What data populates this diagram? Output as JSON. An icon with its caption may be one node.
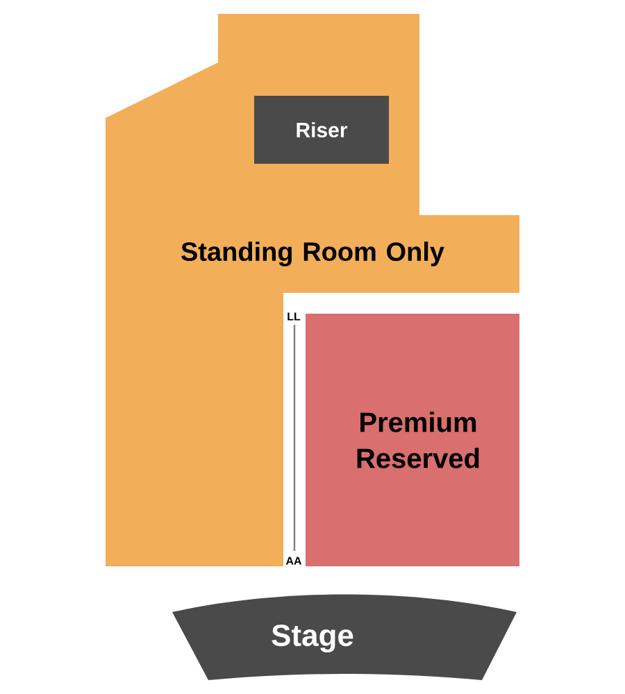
{
  "diagram": {
    "nodes": [
      {
        "text": [
          "Standing Room Only"
        ]
      },
      {
        "text": [
          "Riser"
        ],
        "in": 0
      },
      {
        "text": [
          "Premium Reserved"
        ]
      },
      {
        "text": [
          "Stage"
        ]
      }
    ],
    "labels": [
      "LL",
      "AA"
    ]
  }
}
